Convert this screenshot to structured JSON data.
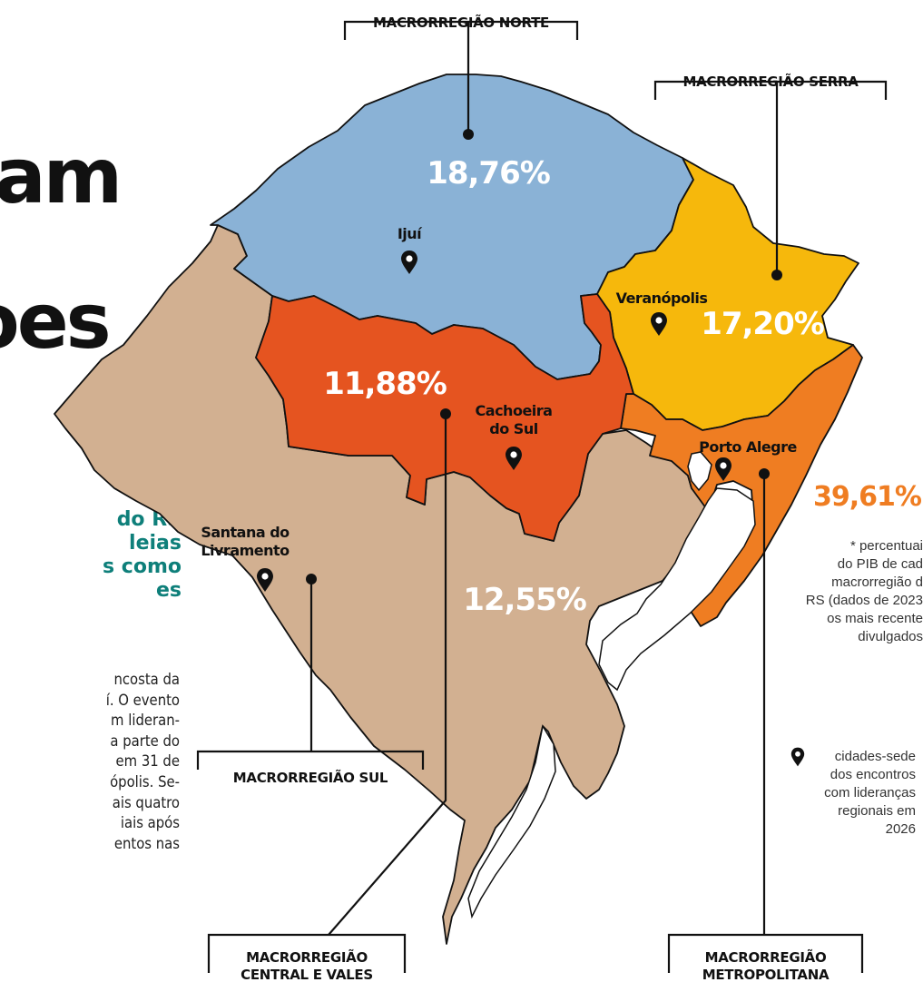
{
  "article": {
    "headline_fragment_1": "am",
    "headline_fragment_2": "oes",
    "subhead_lines": [
      "do RS",
      "leias",
      "s como",
      "es"
    ],
    "body_lines": [
      "ncosta  da",
      "í. O evento",
      "m  lideran-",
      "a parte do",
      "em 31 de",
      "ópolis. Se-",
      "ais quatro",
      "iais   após",
      "entos nas"
    ]
  },
  "regions": {
    "norte": {
      "label": "MACRORREGIÃO NORTE",
      "percent": "18,76%",
      "color": "#8ab2d6"
    },
    "serra": {
      "label": "MACRORREGIÃO SERRA",
      "percent": "17,20%",
      "color": "#f6b80c"
    },
    "central": {
      "label_line1": "MACRORREGIÃO",
      "label_line2": "CENTRAL E VALES",
      "percent": "11,88%",
      "color": "#e55420"
    },
    "sul": {
      "label": "MACRORREGIÃO SUL",
      "percent": "12,55%",
      "color": "#d2b091"
    },
    "metropolitana": {
      "label_line1": "MACRORREGIÃO",
      "label_line2": "METROPOLITANA",
      "percent": "39,61%",
      "color": "#ef7d22"
    }
  },
  "cities": {
    "ijui": "Ijuí",
    "veranopolis": "Veranópolis",
    "cachoeira_line1": "Cachoeira",
    "cachoeira_line2": "do Sul",
    "porto_alegre": "Porto Alegre",
    "santana_line1": "Santana do",
    "santana_line2": "Livramento"
  },
  "notes": {
    "pib_note": [
      "* percentuai",
      "do PIB de cad",
      "macrorregião d",
      "RS (dados de 2023",
      "os mais recente",
      "divulgados"
    ],
    "legend_lines": [
      "cidades-sede",
      "dos encontros",
      "com lideranças",
      "regionais em",
      "2026"
    ],
    "legend_icon": "map-pin-icon"
  }
}
